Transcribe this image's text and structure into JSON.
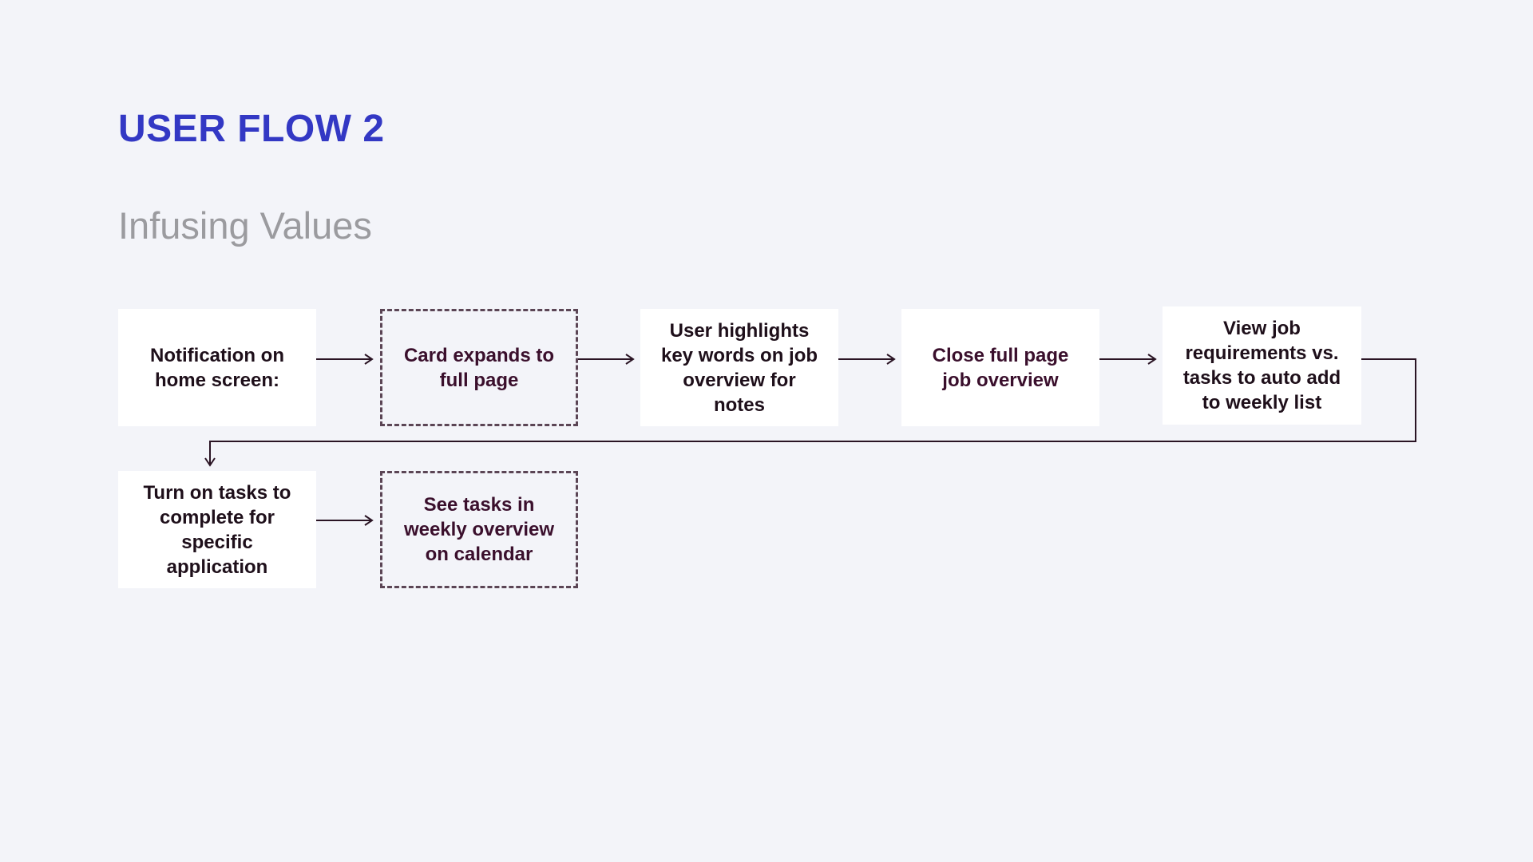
{
  "header": {
    "title": "USER FLOW 2",
    "subtitle": "Infusing Values"
  },
  "colors": {
    "background": "#f3f4f9",
    "title": "#3338c4",
    "subtitle": "#9b9b9f",
    "box_text": "#1e0f1a",
    "connector": "#2a1424"
  },
  "flow": {
    "steps": [
      {
        "id": "step-1",
        "label": "Notification on home screen:",
        "style": "solid"
      },
      {
        "id": "step-2",
        "label": "Card expands to full page",
        "style": "dashed"
      },
      {
        "id": "step-3",
        "label": "User highlights key words on job overview for notes",
        "style": "solid"
      },
      {
        "id": "step-4",
        "label": "Close full page job overview",
        "style": "solid"
      },
      {
        "id": "step-5",
        "label": "View job requirements vs. tasks to auto add to weekly list",
        "style": "solid"
      },
      {
        "id": "step-6",
        "label": "Turn on tasks to complete for specific application",
        "style": "solid"
      },
      {
        "id": "step-7",
        "label": "See tasks in weekly overview on calendar",
        "style": "dashed"
      }
    ]
  }
}
